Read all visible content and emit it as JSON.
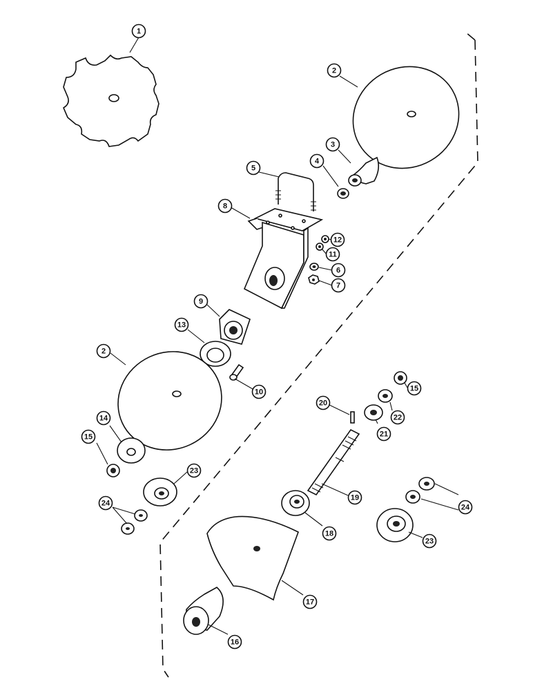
{
  "diagram": {
    "callouts": [
      {
        "id": "c1",
        "label": "1"
      },
      {
        "id": "c2a",
        "label": "2"
      },
      {
        "id": "c3",
        "label": "3"
      },
      {
        "id": "c4",
        "label": "4"
      },
      {
        "id": "c5",
        "label": "5"
      },
      {
        "id": "c8",
        "label": "8"
      },
      {
        "id": "c12",
        "label": "12"
      },
      {
        "id": "c11",
        "label": "11"
      },
      {
        "id": "c6",
        "label": "6"
      },
      {
        "id": "c7",
        "label": "7"
      },
      {
        "id": "c9",
        "label": "9"
      },
      {
        "id": "c13",
        "label": "13"
      },
      {
        "id": "c2b",
        "label": "2"
      },
      {
        "id": "c10",
        "label": "10"
      },
      {
        "id": "c20",
        "label": "20"
      },
      {
        "id": "c15a",
        "label": "15"
      },
      {
        "id": "c22",
        "label": "22"
      },
      {
        "id": "c21",
        "label": "21"
      },
      {
        "id": "c14",
        "label": "14"
      },
      {
        "id": "c15b",
        "label": "15"
      },
      {
        "id": "c23a",
        "label": "23"
      },
      {
        "id": "c19",
        "label": "19"
      },
      {
        "id": "c24a",
        "label": "24"
      },
      {
        "id": "c24b",
        "label": "24"
      },
      {
        "id": "c18",
        "label": "18"
      },
      {
        "id": "c23b",
        "label": "23"
      },
      {
        "id": "c17",
        "label": "17"
      },
      {
        "id": "c16",
        "label": "16"
      }
    ]
  }
}
